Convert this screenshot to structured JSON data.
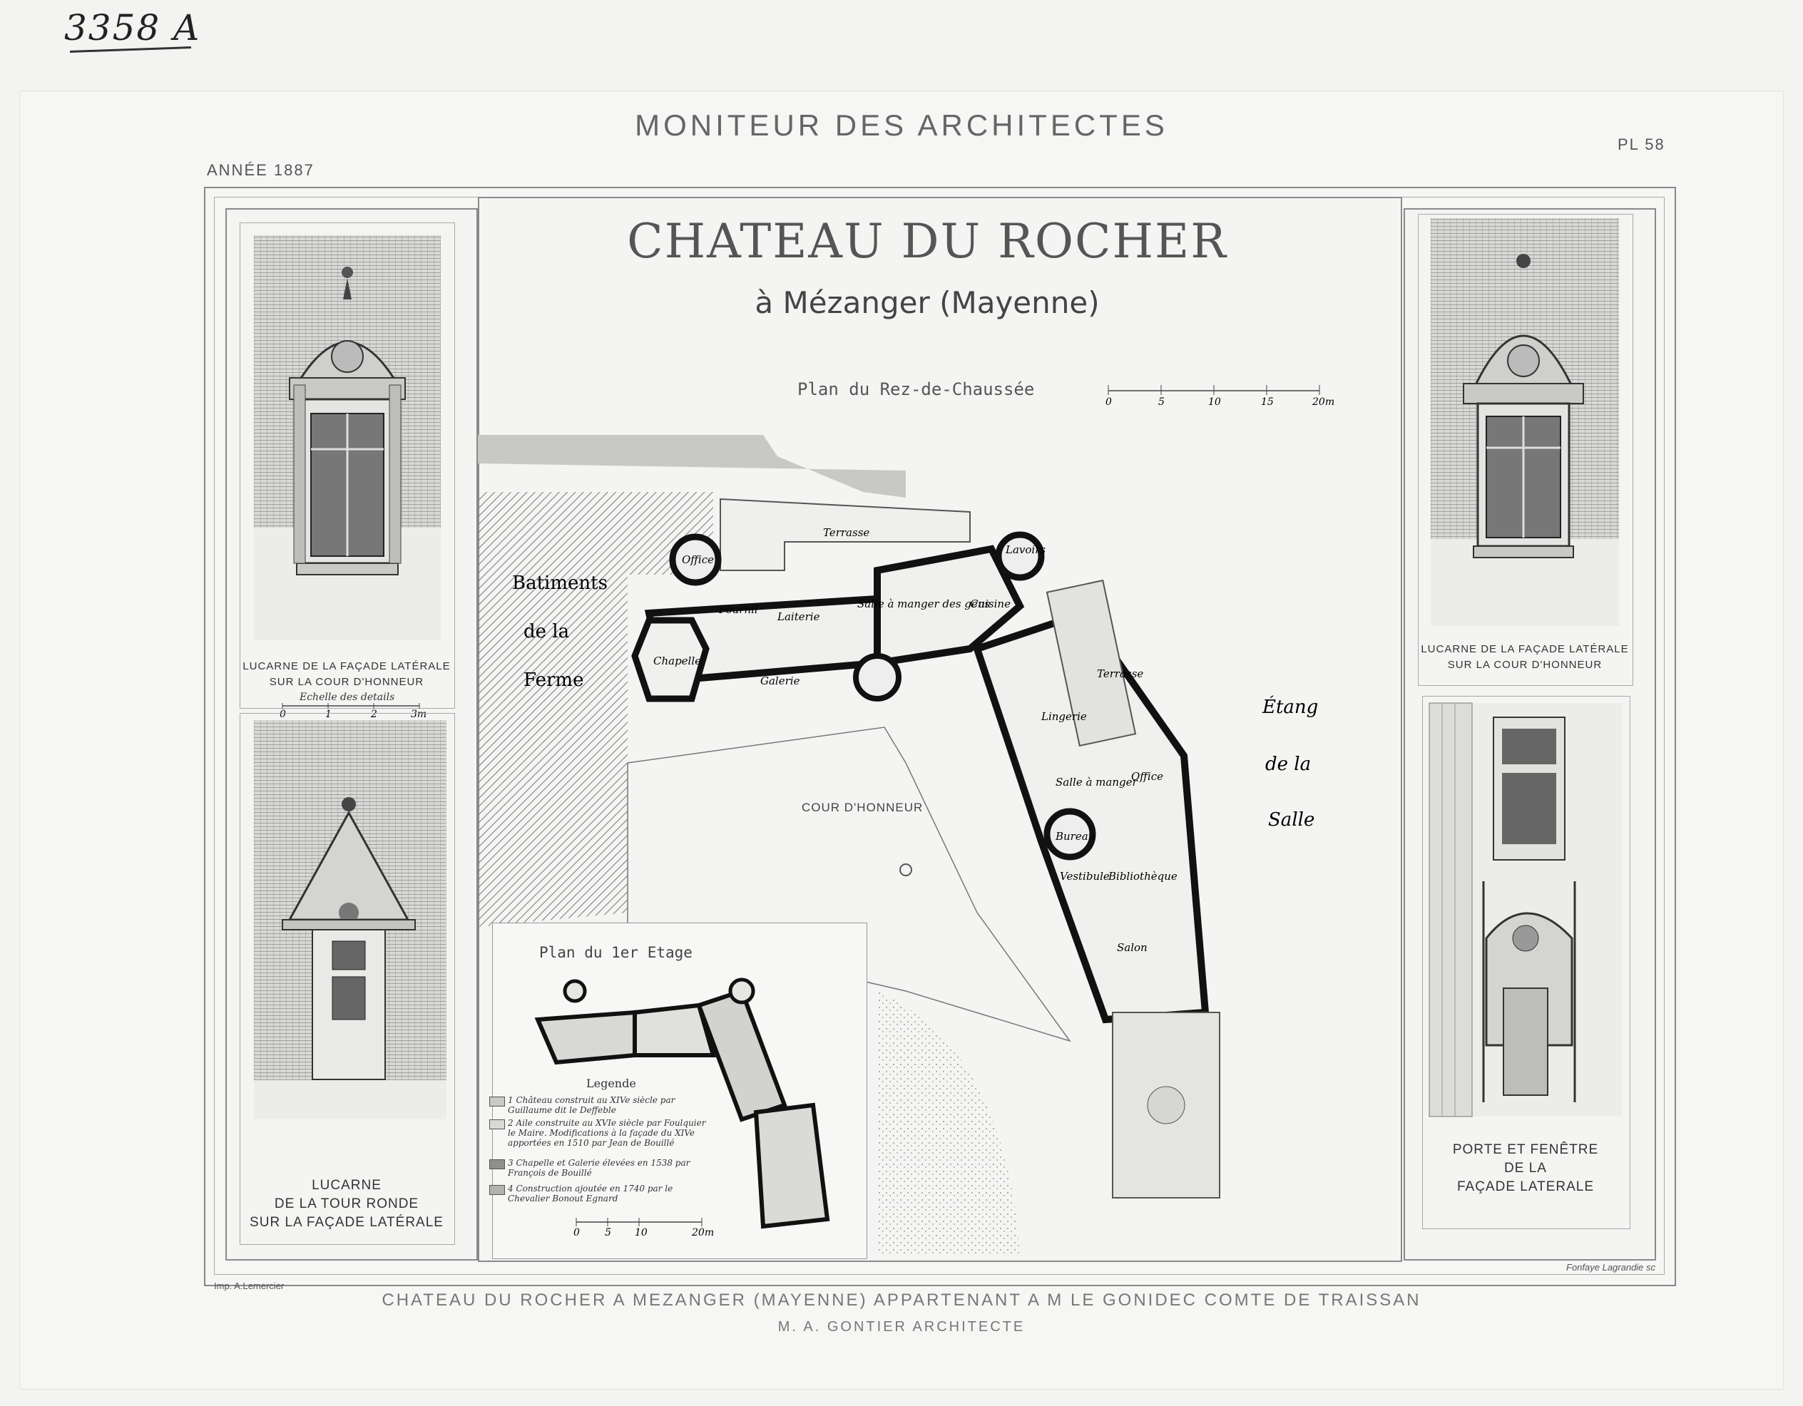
{
  "header": {
    "handwritten_ref": "3358 A",
    "journal": "MONITEUR DES ARCHITECTES",
    "year": "ANNÉE 1887",
    "plate": "PL 58"
  },
  "title": {
    "main": "CHATEAU DU ROCHER",
    "sub": "à Mézanger (Mayenne)"
  },
  "ground_plan": {
    "label": "Plan du Rez-de-Chaussée",
    "scale_ticks": [
      "0",
      "5",
      "10",
      "15",
      "20m"
    ],
    "rooms": {
      "terrasse_top": "Terrasse",
      "office_top": "Office",
      "lavoirs": "Lavoirs",
      "fournil": "Fournil",
      "laiterie": "Laiterie",
      "salle_gens": "Salle à manger des gens",
      "cuisine": "Cuisine",
      "chapelle": "Chapelle",
      "galerie": "Galerie",
      "terrasse_side": "Terrasse",
      "lingerie": "Lingerie",
      "salle_manger": "Salle à manger",
      "office_side": "Office",
      "bureau": "Bureau",
      "vestibule": "Vestibule",
      "bibliotheque": "Bibliothèque",
      "salon": "Salon"
    },
    "areas": {
      "batiments_1": "Batiments",
      "batiments_2": "de la",
      "batiments_3": "Ferme",
      "cour": "COUR D'HONNEUR",
      "etang_1": "Étang",
      "etang_2": "de la",
      "etang_3": "Salle"
    }
  },
  "first_floor": {
    "label": "Plan du 1er Etage",
    "legend_title": "Legende",
    "legend": [
      "1 Château construit au XIVe siècle par Guillaume dit le Deffeble",
      "2 Aile construite au XVIe siècle par Foulquier le Maire. Modifications à la façade du XIVe apportées en 1510 par Jean de Bouillé",
      "3 Chapelle et Galerie élevées en 1538 par François de Bouillé",
      "4 Construction ajoutée en 1740 par le Chevalier Bonout Egnard"
    ],
    "scale_ticks": [
      "0",
      "5",
      "10",
      "20m"
    ]
  },
  "left_panels": {
    "top_caption_1": "LUCARNE DE LA FAÇADE LATÉRALE",
    "top_caption_2": "SUR LA COUR D'HONNEUR",
    "scale_label": "Echelle des details",
    "scale_ticks": [
      "0",
      "1",
      "2",
      "3m"
    ],
    "bottom_caption_1": "LUCARNE",
    "bottom_caption_2": "DE LA TOUR RONDE",
    "bottom_caption_3": "SUR LA FAÇADE LATÉRALE"
  },
  "right_panels": {
    "top_caption_1": "LUCARNE DE LA FAÇADE LATÉRALE",
    "top_caption_2": "SUR LA COUR D'HONNEUR",
    "bottom_caption_1": "PORTE ET FENÊTRE",
    "bottom_caption_2": "DE LA",
    "bottom_caption_3": "FAÇADE LATERALE"
  },
  "footer": {
    "printer": "Imp. A.Lemercier",
    "engraver": "Fonfaye Lagrandie sc",
    "line1": "CHATEAU DU ROCHER A MEZANGER (MAYENNE) APPARTENANT A M LE GONIDEC COMTE DE TRAISSAN",
    "line2": "M. A. GONTIER ARCHITECTE"
  }
}
